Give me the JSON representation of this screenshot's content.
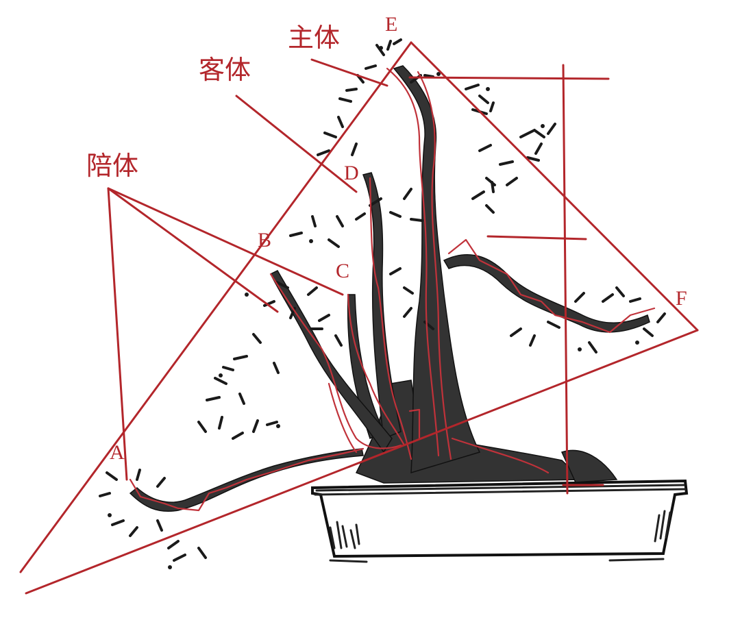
{
  "diagram": {
    "subject": "Bonsai composition analysis (main / guest / companion bodies)",
    "colors": {
      "guide_line": "#b3262b",
      "ink": "#222222",
      "background": "#ffffff"
    },
    "labels": {
      "main_body": "主体",
      "guest_body": "客体",
      "companion_body": "陪体"
    },
    "points": {
      "A": "A",
      "B": "B",
      "C": "C",
      "D": "D",
      "E": "E",
      "F": "F"
    },
    "elements": [
      "bonsai-tree",
      "bonsai-pot",
      "main-triangle",
      "companion-triangle",
      "trunk-outlines",
      "height-measure-line"
    ]
  }
}
